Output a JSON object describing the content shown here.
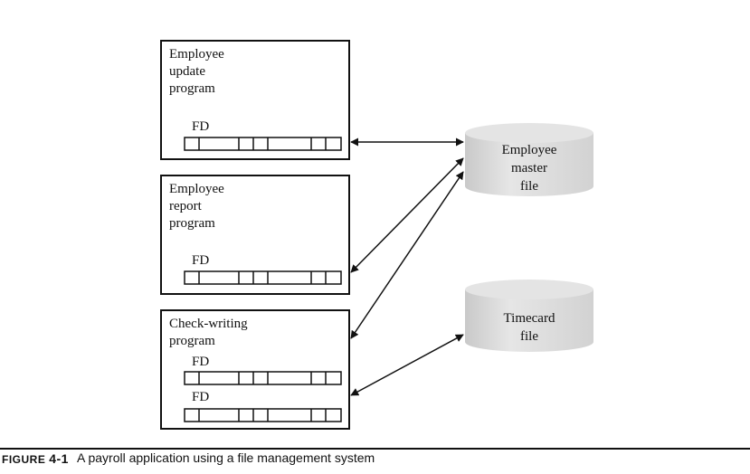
{
  "programs": [
    {
      "lines": [
        "Employee",
        "update",
        "program"
      ],
      "fd_labels": [
        "FD"
      ]
    },
    {
      "lines": [
        "Employee",
        "report",
        "program"
      ],
      "fd_labels": [
        "FD"
      ]
    },
    {
      "lines": [
        "Check-writing",
        "program"
      ],
      "fd_labels": [
        "FD",
        "FD"
      ]
    }
  ],
  "files": [
    {
      "lines": [
        "Employee",
        "master",
        "file"
      ]
    },
    {
      "lines": [
        "Timecard",
        "file"
      ]
    }
  ],
  "caption": {
    "label_prefix": "Figure",
    "label_number": "4-1",
    "text": "A payroll application using a file management system"
  },
  "colors": {
    "cylinder": "#dcdcdc",
    "ink": "#111111"
  }
}
